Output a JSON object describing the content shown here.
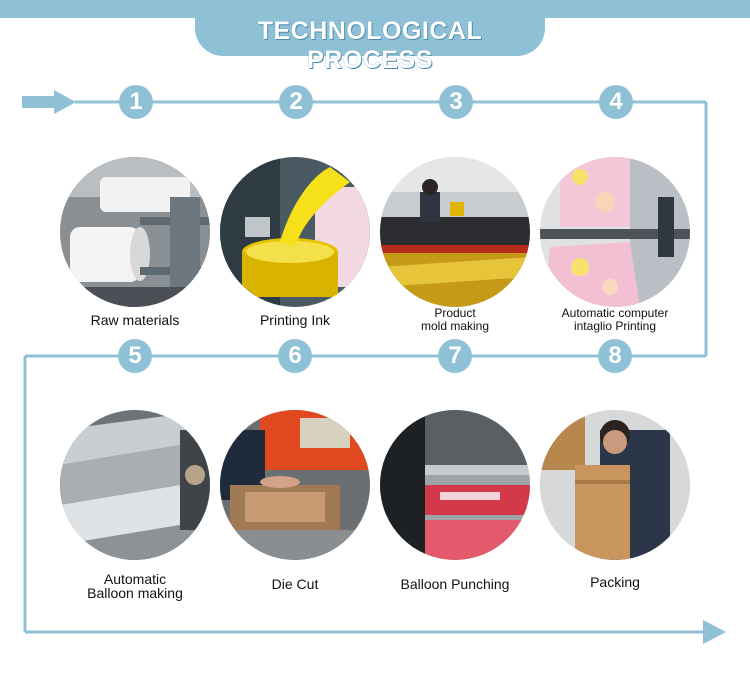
{
  "title": "TECHNOLOGICAL PROCESS",
  "steps": [
    {
      "number": "1",
      "label": "Raw materials",
      "image": "raw-materials-photo"
    },
    {
      "number": "2",
      "label": "Printing Ink",
      "image": "printing-ink-photo"
    },
    {
      "number": "3",
      "label": "Product\nmold making",
      "image": "mold-making-photo"
    },
    {
      "number": "4",
      "label": "Automatic computer\nintaglio Printing",
      "image": "intaglio-printing-photo"
    },
    {
      "number": "5",
      "label": "Automatic\nBalloon making",
      "image": "balloon-making-photo"
    },
    {
      "number": "6",
      "label": "Die Cut",
      "image": "die-cut-photo"
    },
    {
      "number": "7",
      "label": "Balloon Punching",
      "image": "balloon-punching-photo"
    },
    {
      "number": "8",
      "label": "Packing",
      "image": "packing-photo"
    }
  ],
  "colors": {
    "accent": "#8fc1d6",
    "text": "#111111"
  }
}
